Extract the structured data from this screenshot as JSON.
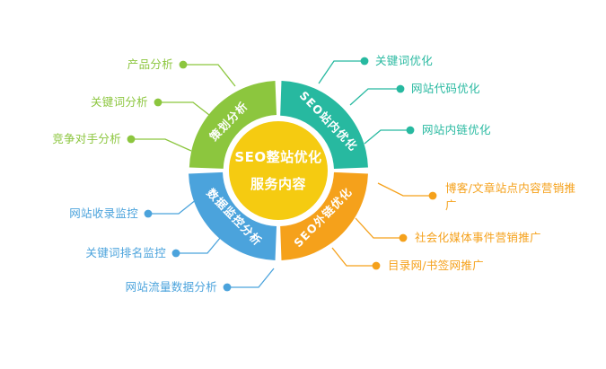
{
  "diagram": {
    "title": "SEO整站优化服务内容",
    "center": {
      "line1": "SEO整站优化",
      "line2": "服务内容",
      "fill": "#F5CB11",
      "text_color": "#FFFFFF"
    },
    "colors": {
      "green": "#8CC63E",
      "teal": "#27B9A0",
      "orange": "#F5A11B",
      "blue": "#4BA3DC",
      "yellow": "#F5CB11",
      "background": "#FFFFFF"
    },
    "segments": [
      {
        "id": "planning-analysis",
        "label": "策划分析",
        "color": "#8CC63E",
        "position": "top-left",
        "leaves": [
          {
            "text": "产品分析"
          },
          {
            "text": "关键词分析"
          },
          {
            "text": "竞争对手分析"
          }
        ]
      },
      {
        "id": "seo-onsite-optimization",
        "label": "SEO站内优化",
        "color": "#27B9A0",
        "position": "top-right",
        "leaves": [
          {
            "text": "关键词优化"
          },
          {
            "text": "网站代码优化"
          },
          {
            "text": "网站内链优化"
          }
        ]
      },
      {
        "id": "seo-offsite-optimization",
        "label": "SEO外链优化",
        "color": "#F5A11B",
        "position": "bottom-right",
        "leaves": [
          {
            "text": "博客/文章站点内容营销推广"
          },
          {
            "text": "社会化媒体事件营销推广"
          },
          {
            "text": "目录网/书签网推广"
          }
        ]
      },
      {
        "id": "data-monitoring-analysis",
        "label": "数据监控分析",
        "color": "#4BA3DC",
        "position": "bottom-left",
        "leaves": [
          {
            "text": "网站收录监控"
          },
          {
            "text": "关键词排名监控"
          },
          {
            "text": "网站流量数据分析"
          }
        ]
      }
    ]
  }
}
